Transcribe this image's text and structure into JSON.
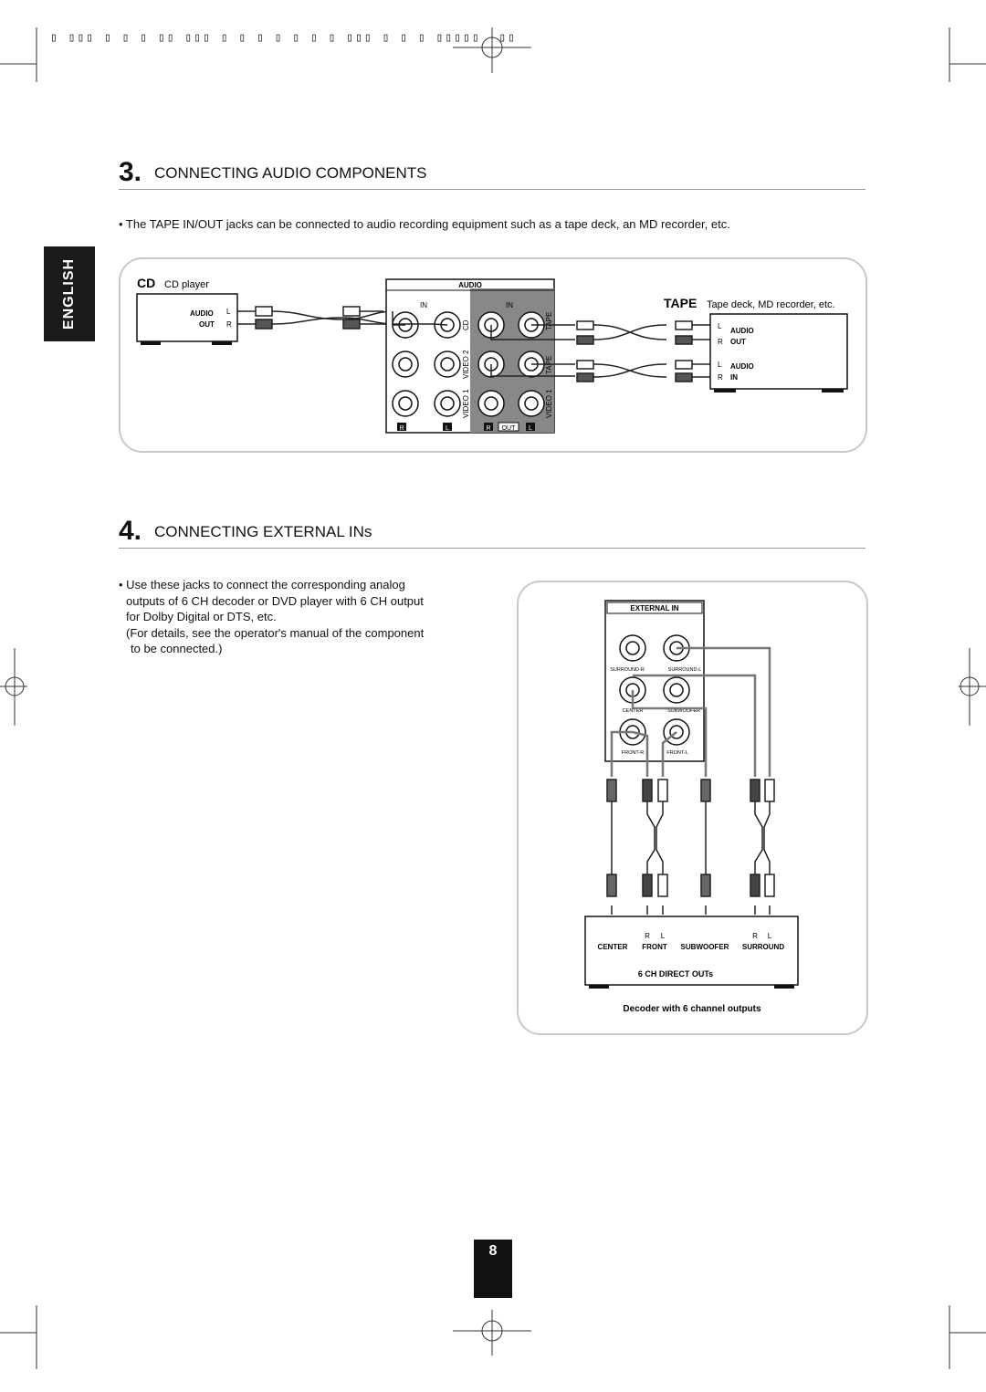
{
  "header": {
    "garbled_text": "▯ ▯▯▯ ▯ ▯ ▯ ▯▯ ▯▯▯ ▯ ▯ ▯ ▯ ▯ ▯ ▯ ▯▯▯ ▯ ▯ ▯ ▯▯▯▯▯  ▯▯"
  },
  "side_tab": {
    "label": "ENGLISH"
  },
  "section3": {
    "number": "3.",
    "title": "CONNECTING AUDIO COMPONENTS",
    "bullet": "• The TAPE IN/OUT jacks can be connected to audio recording equipment such as a tape deck, an MD recorder, etc.",
    "diagram": {
      "cd_abbr": "CD",
      "cd_caption": "CD player",
      "cd_audio": "AUDIO",
      "cd_out": "OUT",
      "l": "L",
      "r": "R",
      "panel_header": "AUDIO",
      "in_label": "IN",
      "out_label": "OUT",
      "jack_cd": "CD",
      "jack_video2": "VIDEO 2",
      "jack_video1": "VIDEO 1",
      "jack_tape": "TAPE",
      "jack_tape2": "TAPE",
      "jack_video1_out": "VIDEO 1",
      "tape_abbr": "TAPE",
      "tape_caption": "Tape deck, MD recorder, etc.",
      "tape_audio_out": "AUDIO",
      "tape_out": "OUT",
      "tape_audio_in": "AUDIO",
      "tape_in": "IN"
    }
  },
  "section4": {
    "number": "4.",
    "title": "CONNECTING EXTERNAL INs",
    "bullet_lines": [
      "• Use these jacks to connect the corresponding analog",
      "outputs of 6 CH decoder or DVD player with 6 CH output",
      "for Dolby Digital or DTS, etc.",
      "(For details, see the operator's manual of the component",
      "to be connected.)"
    ],
    "diagram": {
      "ext_header": "EXTERNAL IN",
      "j_surround_r": "SURROUND-R",
      "j_surround_l": "SURROUND-L",
      "j_center": "CENTER",
      "j_subwoofer": "SUBWOOFER",
      "j_front_r": "FRONT-R",
      "j_front_l": "FRONT-L",
      "r": "R",
      "l": "L",
      "center": "CENTER",
      "front": "FRONT",
      "subwoofer": "SUBWOOFER",
      "surround": "SURROUND",
      "direct_outs": "6 CH DIRECT OUTs",
      "caption": "Decoder with 6 channel outputs"
    }
  },
  "page_number": "8"
}
